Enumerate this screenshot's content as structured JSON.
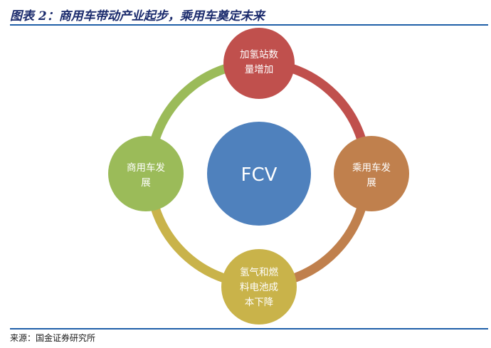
{
  "title": "图表 2：商用车带动产业起步，乘用车奠定未来",
  "center": {
    "label": "FCV",
    "color": "#4f81bd"
  },
  "nodes": {
    "top": {
      "lines": [
        "加氢站数",
        "量增加"
      ],
      "color": "#c0504d"
    },
    "right": {
      "lines": [
        "乘用车发",
        "展"
      ],
      "color": "#c0804d"
    },
    "bottom": {
      "lines": [
        "氢气和燃",
        "料电池成",
        "本下降"
      ],
      "color": "#c9b34a"
    },
    "left": {
      "lines": [
        "商用车发",
        "展"
      ],
      "color": "#9bbb59"
    }
  },
  "arcs": {
    "top_right": "#c0504d",
    "right_bottom": "#c0804d",
    "bottom_left": "#c9b34a",
    "left_top": "#9bbb59"
  },
  "source": "来源：国金证券研究所"
}
